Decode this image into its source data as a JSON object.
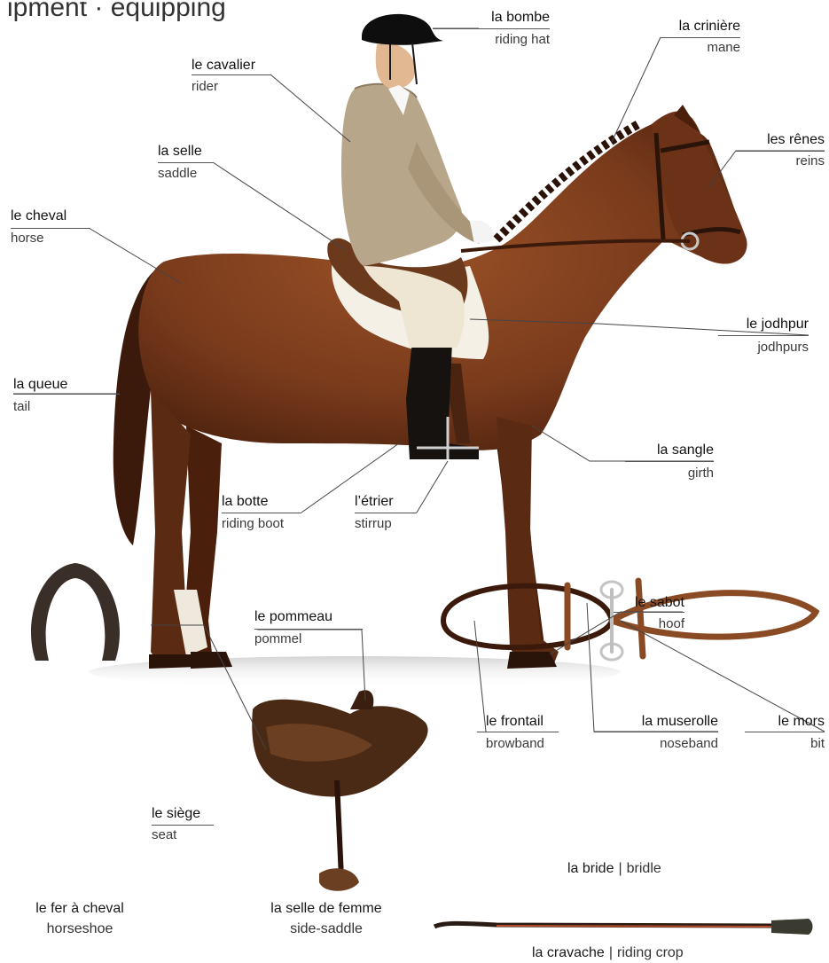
{
  "title_fragment": "ipment · equipping",
  "labels": {
    "riding_hat": {
      "fr": "la bombe",
      "en": "riding hat"
    },
    "mane": {
      "fr": "la crinière",
      "en": "mane"
    },
    "rider": {
      "fr": "le cavalier",
      "en": "rider"
    },
    "reins": {
      "fr": "les rênes",
      "en": "reins"
    },
    "saddle": {
      "fr": "la selle",
      "en": "saddle"
    },
    "horse": {
      "fr": "le cheval",
      "en": "horse"
    },
    "jodhpurs": {
      "fr": "le jodhpur",
      "en": "jodhpurs"
    },
    "tail": {
      "fr": "la queue",
      "en": "tail"
    },
    "girth": {
      "fr": "la sangle",
      "en": "girth"
    },
    "riding_boot": {
      "fr": "la botte",
      "en": "riding boot"
    },
    "stirrup": {
      "fr": "l’étrier",
      "en": "stirrup"
    },
    "hoof": {
      "fr": "le sabot",
      "en": "hoof"
    },
    "pommel": {
      "fr": "le pommeau",
      "en": "pommel"
    },
    "browband": {
      "fr": "le frontail",
      "en": "browband"
    },
    "noseband": {
      "fr": "la muserolle",
      "en": "noseband"
    },
    "bit": {
      "fr": "le mors",
      "en": "bit"
    },
    "seat": {
      "fr": "le siège",
      "en": "seat"
    }
  },
  "captions": {
    "horseshoe": {
      "fr": "le fer à cheval",
      "en": "horseshoe"
    },
    "side_saddle": {
      "fr": "la selle de femme",
      "en": "side-saddle"
    },
    "bridle": {
      "fr": "la bride",
      "sep": "|",
      "en": "bridle"
    },
    "riding_crop": {
      "fr": "la cravache",
      "sep": "|",
      "en": "riding crop"
    }
  },
  "colors": {
    "horse_coat": "#7a3b1c",
    "horse_dark": "#3b1a0b",
    "leather": "#5a2f18",
    "tweed": "#b8a68a",
    "jodhpur": "#eee6d2",
    "boot": "#151210"
  }
}
